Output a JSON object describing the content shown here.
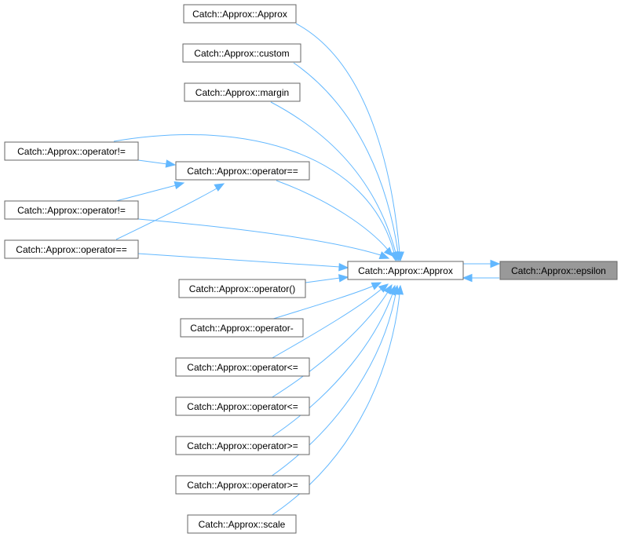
{
  "nodes": [
    {
      "id": "approx-ctor-top",
      "label": "Catch::Approx::Approx"
    },
    {
      "id": "custom",
      "label": "Catch::Approx::custom"
    },
    {
      "id": "margin",
      "label": "Catch::Approx::margin"
    },
    {
      "id": "op-ne-1",
      "label": "Catch::Approx::operator!="
    },
    {
      "id": "op-eq-mid",
      "label": "Catch::Approx::operator=="
    },
    {
      "id": "op-ne-2",
      "label": "Catch::Approx::operator!="
    },
    {
      "id": "op-eq-left",
      "label": "Catch::Approx::operator=="
    },
    {
      "id": "approx-center",
      "label": "Catch::Approx::Approx"
    },
    {
      "id": "epsilon",
      "label": "Catch::Approx::epsilon"
    },
    {
      "id": "op-call",
      "label": "Catch::Approx::operator()"
    },
    {
      "id": "op-minus",
      "label": "Catch::Approx::operator-"
    },
    {
      "id": "op-le-1",
      "label": "Catch::Approx::operator<="
    },
    {
      "id": "op-le-2",
      "label": "Catch::Approx::operator<="
    },
    {
      "id": "op-ge-1",
      "label": "Catch::Approx::operator>="
    },
    {
      "id": "op-ge-2",
      "label": "Catch::Approx::operator>="
    },
    {
      "id": "scale",
      "label": "Catch::Approx::scale"
    }
  ],
  "colors": {
    "edge": "#63b8ff",
    "node_border": "#666666",
    "highlight_fill": "#999999"
  }
}
